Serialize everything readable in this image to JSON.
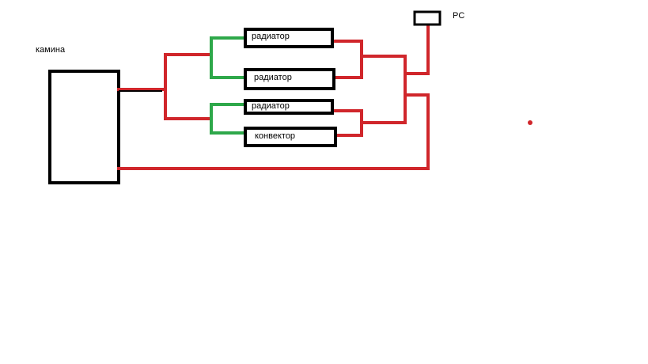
{
  "labels": {
    "boiler": "камина",
    "pump": "PC",
    "unit1": "радиатор",
    "unit2": "радиатор",
    "unit3": "радиатор",
    "unit4": "конвектор"
  },
  "colors": {
    "supply": "#d0262b",
    "return_branch": "#2ea84a",
    "outline": "#000000",
    "background": "#ffffff"
  }
}
